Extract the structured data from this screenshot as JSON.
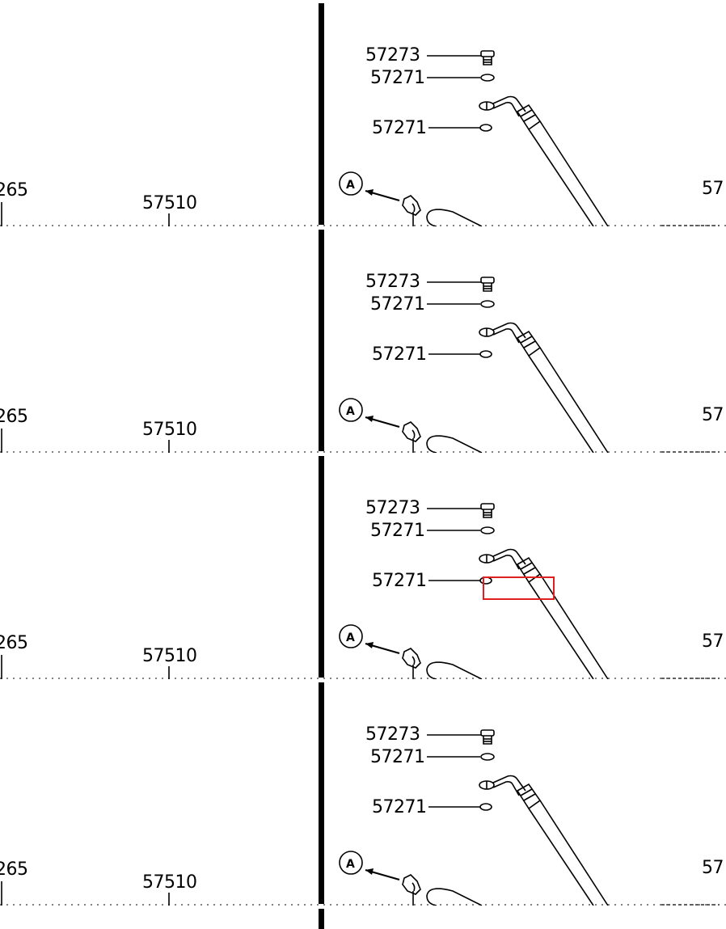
{
  "diagram": {
    "panel_count": 4,
    "labels": {
      "screw_part": "57273",
      "washer_upper_part": "57271",
      "washer_lower_part": "57271",
      "left_edge_part": "265",
      "left_center_part": "57510",
      "right_edge_part": "57",
      "callout_letter": "A"
    },
    "highlight_panel_index": 2,
    "highlight_color": "#e02020"
  }
}
